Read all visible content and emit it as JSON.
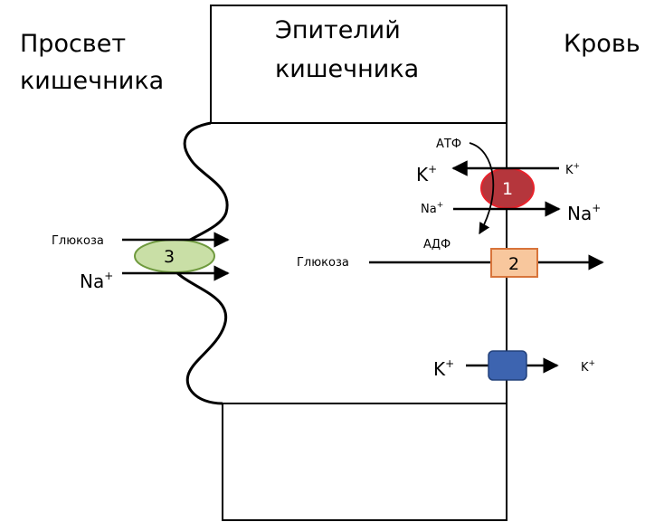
{
  "regions": {
    "lumen": [
      "Просвет",
      "кишечника"
    ],
    "epithelium": [
      "Эпителий",
      "кишечника"
    ],
    "blood": "Кровь"
  },
  "pump": {
    "number": "1",
    "atp": "АТФ",
    "adp": "АДФ",
    "k_out": "K",
    "k_in": "K",
    "na_in": "Na",
    "na_out": "Na",
    "plus": "+"
  },
  "glucose_transporter": {
    "number": "2",
    "glucose": "Глюкоза"
  },
  "symporter": {
    "number": "3",
    "glucose": "Глюкоза",
    "na": "Na",
    "plus": "+"
  },
  "k_channel": {
    "k_left": "K",
    "k_right": "K",
    "plus": "+"
  },
  "colors": {
    "pump_fill": "#b5363c",
    "pump_stroke": "#e8222b",
    "glut_fill": "#f8c79d",
    "glut_stroke": "#d8743a",
    "sym_fill": "#c9dfa6",
    "sym_stroke": "#6f9a3e",
    "channel_fill": "#3d64b0",
    "channel_stroke": "#22407a"
  }
}
